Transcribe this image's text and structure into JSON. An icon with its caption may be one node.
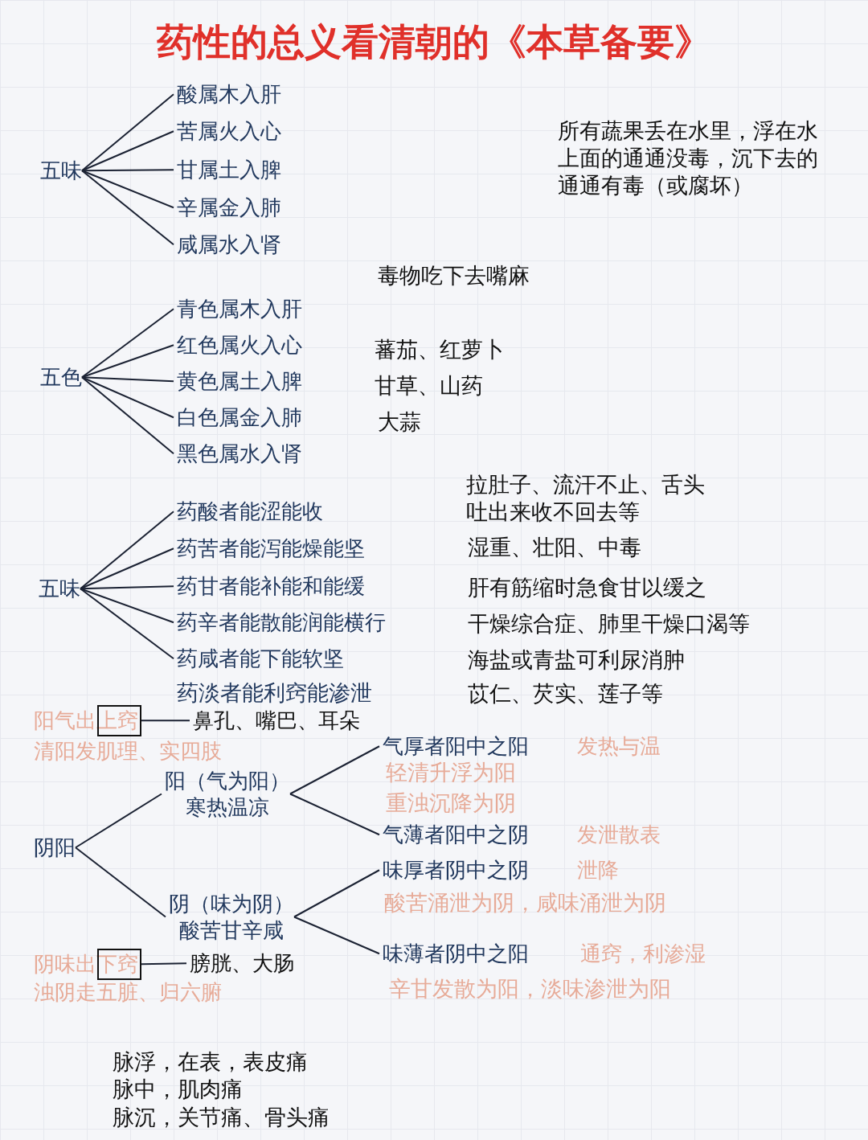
{
  "diagram": {
    "title": "药性的总义看清朝的《本草备要》",
    "nodes": [
      {
        "text": [
          "五味"
        ]
      },
      {
        "text": [
          "酸属木入肝"
        ]
      },
      {
        "text": [
          "苦属火入心"
        ]
      },
      {
        "text": [
          "甘属土入脾"
        ]
      },
      {
        "text": [
          "辛属金入肺"
        ]
      },
      {
        "text": [
          "咸属水入肾"
        ]
      },
      {
        "text": [
          "五色"
        ]
      },
      {
        "text": [
          "青色属木入肝"
        ]
      },
      {
        "text": [
          "红色属火入心"
        ]
      },
      {
        "text": [
          "黄色属土入脾"
        ]
      },
      {
        "text": [
          "白色属金入肺"
        ]
      },
      {
        "text": [
          "黑色属水入肾"
        ]
      },
      {
        "text": [
          "五味"
        ]
      },
      {
        "text": [
          "药酸者能涩能收"
        ]
      },
      {
        "text": [
          "药苦者能泻能燥能坚"
        ]
      },
      {
        "text": [
          "药甘者能补能和能缓"
        ]
      },
      {
        "text": [
          "药辛者能散能润能横行"
        ]
      },
      {
        "text": [
          "药咸者能下能软坚"
        ]
      },
      {
        "text": [
          "阳气出上窍"
        ],
        "beside": [
          "清阳发肌理、实四肢"
        ]
      },
      {
        "text": [
          "鼻孔、嘴巴、耳朵"
        ]
      },
      {
        "text": [
          "阴阳"
        ]
      },
      {
        "text": [
          "阳（气为阳）",
          "寒热温凉"
        ]
      },
      {
        "text": [
          "阴（味为阴）",
          "酸苦甘辛咸"
        ]
      },
      {
        "text": [
          "气厚者阳中之阳"
        ],
        "beside": [
          "发热与温"
        ]
      },
      {
        "text": [
          "气薄者阳中之阴"
        ],
        "beside": [
          "发泄散表"
        ]
      },
      {
        "text": [
          "味厚者阴中之阴"
        ],
        "beside": [
          "泄降"
        ]
      },
      {
        "text": [
          "味薄者阴中之阳"
        ],
        "beside": [
          "通窍，利渗湿"
        ]
      },
      {
        "text": [
          "阴味出下窍"
        ],
        "beside": [
          "浊阴走五脏、归六腑"
        ]
      },
      {
        "text": [
          "膀胱、大肠"
        ]
      }
    ],
    "edges": [
      {
        "from": 0,
        "to": 1,
        "arrow": "none"
      },
      {
        "from": 0,
        "to": 2,
        "arrow": "none"
      },
      {
        "from": 0,
        "to": 3,
        "arrow": "none"
      },
      {
        "from": 0,
        "to": 4,
        "arrow": "none"
      },
      {
        "from": 0,
        "to": 5,
        "arrow": "none"
      },
      {
        "from": 6,
        "to": 7,
        "arrow": "none"
      },
      {
        "from": 6,
        "to": 8,
        "arrow": "none"
      },
      {
        "from": 6,
        "to": 9,
        "arrow": "none"
      },
      {
        "from": 6,
        "to": 10,
        "arrow": "none"
      },
      {
        "from": 6,
        "to": 11,
        "arrow": "none"
      },
      {
        "from": 12,
        "to": 13,
        "arrow": "none"
      },
      {
        "from": 12,
        "to": 14,
        "arrow": "none"
      },
      {
        "from": 12,
        "to": 15,
        "arrow": "none"
      },
      {
        "from": 12,
        "to": 16,
        "arrow": "none"
      },
      {
        "from": 12,
        "to": 17,
        "arrow": "none"
      },
      {
        "from": 18,
        "to": 19,
        "arrow": "none"
      },
      {
        "from": 20,
        "to": 21,
        "arrow": "none"
      },
      {
        "from": 20,
        "to": 22,
        "arrow": "none"
      },
      {
        "from": 21,
        "to": 23,
        "arrow": "none"
      },
      {
        "from": 21,
        "to": 24,
        "arrow": "none"
      },
      {
        "from": 22,
        "to": 25,
        "arrow": "none"
      },
      {
        "from": 22,
        "to": 26,
        "arrow": "none"
      },
      {
        "from": 27,
        "to": 28,
        "arrow": "none"
      }
    ],
    "labels": [
      "所有蔬果丢在水里，浮在水上面的通通没毒，沉下去的通通有毒（或腐坏）",
      "毒物吃下去嘴麻",
      "蕃茄、红萝卜",
      "甘草、山药",
      "大蒜",
      "拉肚子、流汗不止、舌头吐出来收不回去等",
      "湿重、壮阳、中毒",
      "肝有筋缩时急食甘以缓之",
      "干燥综合症、肺里干燥口渴等",
      "海盐或青盐可利尿消肿",
      "药淡者能利窍能渗泄",
      "苡仁、芡实、莲子等",
      "轻清升浮为阳",
      "重浊沉降为阴",
      "酸苦涌泄为阴，咸味涌泄为阴",
      "辛甘发散为阳，淡味渗泄为阳",
      "脉浮，在表，表皮痛",
      "脉中，肌肉痛",
      "脉沉，关节痛、骨头痛"
    ]
  }
}
